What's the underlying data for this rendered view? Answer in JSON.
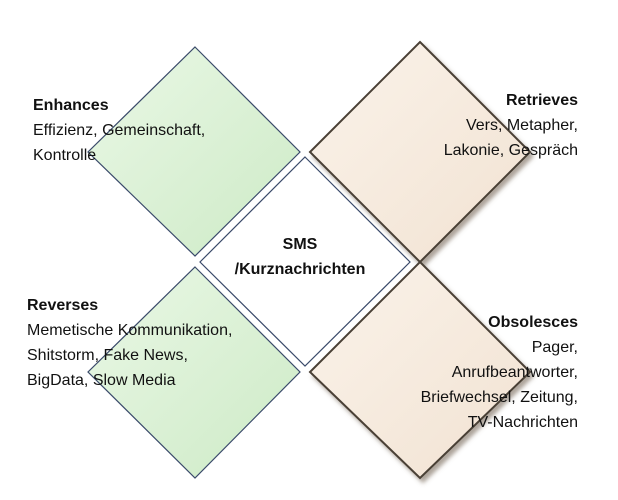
{
  "center": {
    "line1": "SMS",
    "line2": "/Kurznachrichten"
  },
  "enhances": {
    "title": "Enhances",
    "lines": [
      "Effizienz, Gemeinschaft,",
      "Kontrolle"
    ]
  },
  "retrieves": {
    "title": "Retrieves",
    "lines": [
      "Vers, Metapher,",
      "Lakonie, Gespräch"
    ]
  },
  "reverses": {
    "title": "Reverses",
    "lines": [
      "Memetische Kommunikation,",
      "Shitstorm, Fake News,",
      "BigData, Slow Media"
    ]
  },
  "obsolesces": {
    "title": "Obsolesces",
    "lines": [
      "Pager,",
      "Anrufbeantworter,",
      "Briefwechsel, Zeitung,",
      "TV-Nachrichten"
    ]
  },
  "colors": {
    "green_fill": "#d8f0d2",
    "beige_fill": "#f5e8da",
    "center_fill": "#ffffff",
    "border": "#3a4a6a"
  }
}
